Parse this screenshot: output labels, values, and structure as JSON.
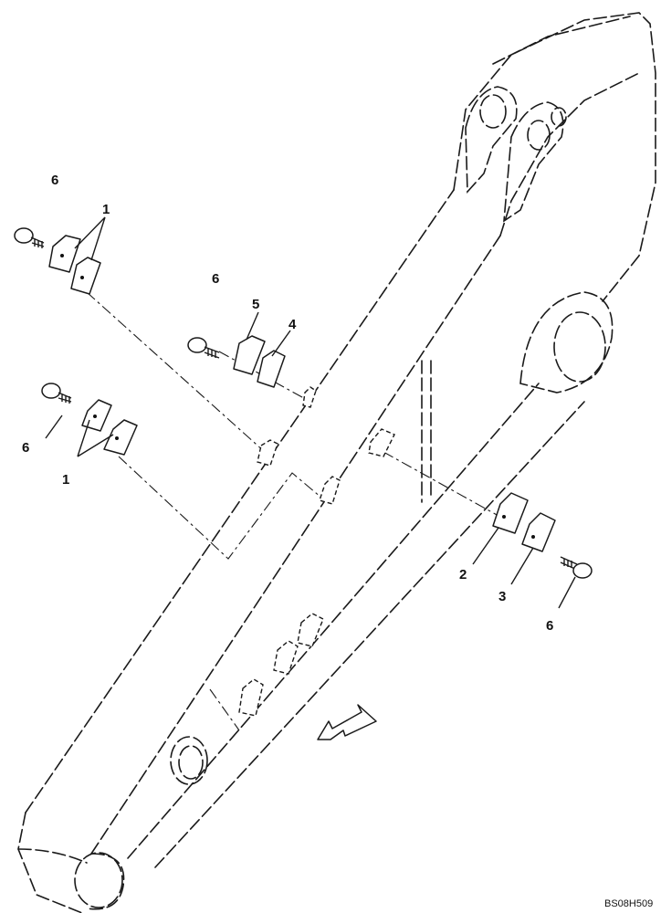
{
  "callouts": {
    "c6_top_left": "6",
    "c1_top_left": "1",
    "c6_mid": "6",
    "c5": "5",
    "c4": "4",
    "c6_left": "6",
    "c1_left": "1",
    "c2": "2",
    "c3": "3",
    "c6_right": "6"
  },
  "drawing_code": "BS08H509"
}
